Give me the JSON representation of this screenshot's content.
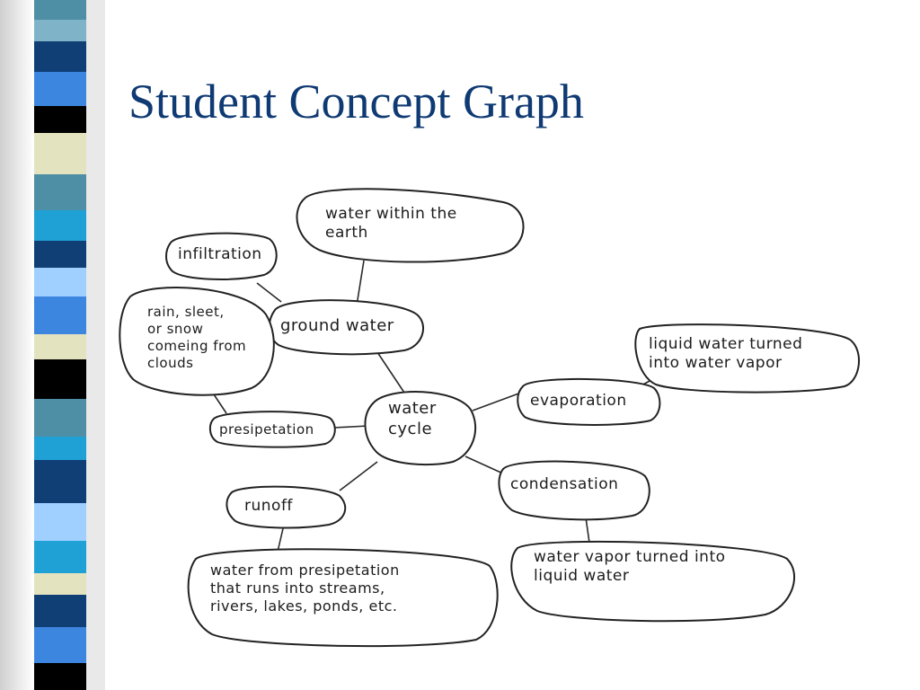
{
  "slide": {
    "title": "Student Concept Graph"
  },
  "graph": {
    "center": "water\ncycle",
    "nodes": {
      "water_within_earth": "water within the\nearth",
      "infiltration": "infiltration",
      "ground_water": "ground water",
      "rain_sleet_snow": "rain, sleet,\nor snow\ncomeing from\nclouds",
      "presipetation": "presipetation",
      "runoff": "runoff",
      "runoff_desc": "water from presipetation\nthat runs into streams,\nrivers, lakes, ponds, etc.",
      "evaporation": "evaporation",
      "evaporation_desc": "liquid water turned\ninto water vapor",
      "condensation": "condensation",
      "condensation_desc": "water vapor turned into\nliquid water"
    }
  },
  "colors": {
    "title": "#0f3a73",
    "stripe_palette": [
      "#4f8fa6",
      "#0f3f75",
      "#3d86e0",
      "#000000",
      "#e4e3bf",
      "#20a1d6",
      "#9fd0ff"
    ]
  }
}
